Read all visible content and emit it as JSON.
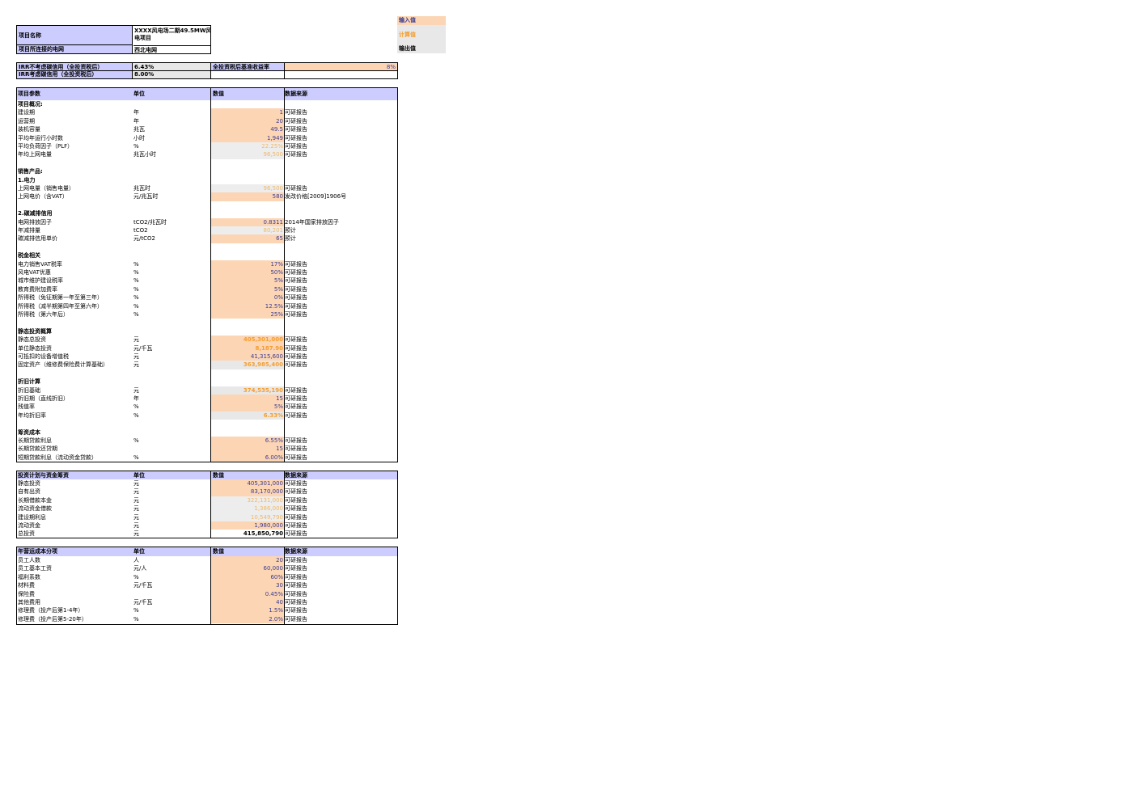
{
  "legend": {
    "input": "输入值",
    "calc": "计算值",
    "output": "输出值"
  },
  "header": {
    "project_name_label": "项目名称",
    "project_name_value_1": "XXXX风电场二期49.5MW风",
    "project_name_value_2": "电项目",
    "grid_label": "项目所连接的电网",
    "grid_value": "西北电网"
  },
  "irr": {
    "row1_label": "IRR不考虑碳信用（全投资税后）",
    "row1_value": "6.43%",
    "row1_label2": "全投资税后基准收益率",
    "row1_value2": "8%",
    "row2_label": "IRR考虑碳信用（全投资税后）",
    "row2_value": "8.00%"
  },
  "params": {
    "headers": [
      "项目参数",
      "单位",
      "数值",
      "数据来源"
    ],
    "rows": [
      {
        "k": "h",
        "a": "项目概况:"
      },
      {
        "k": "in",
        "a": "建设期",
        "b": "年",
        "c": "1",
        "d": "可研报告"
      },
      {
        "k": "in",
        "a": "运营期",
        "b": "年",
        "c": "20",
        "d": "可研报告"
      },
      {
        "k": "in",
        "a": "装机容量",
        "b": "兆瓦",
        "c": "49.5",
        "d": "可研报告"
      },
      {
        "k": "in",
        "a": "平均年运行小时数",
        "b": "小时",
        "c": "1,949",
        "d": "可研报告"
      },
      {
        "k": "faded",
        "a": "平均负荷因子（PLF）",
        "b": "%",
        "c": "22.25%",
        "d": "可研报告"
      },
      {
        "k": "faded",
        "a": "年均上网电量",
        "b": "兆瓦小时",
        "c": "96,500",
        "d": "可研报告"
      },
      {
        "k": "blank"
      },
      {
        "k": "h",
        "a": "销售产品:"
      },
      {
        "k": "h",
        "a": "1.电力"
      },
      {
        "k": "faded",
        "a": "上网电量（销售电量）",
        "b": "兆瓦时",
        "c": "96,500",
        "d": "可研报告"
      },
      {
        "k": "in",
        "a": "上网电价（含VAT）",
        "b": "元/兆瓦时",
        "c": "580",
        "d": "发改价格[2009]1906号"
      },
      {
        "k": "blank"
      },
      {
        "k": "h",
        "a": "2.碳减排信用"
      },
      {
        "k": "in",
        "a": "电网排放因子",
        "b": "tCO2/兆瓦时",
        "c": "0.8311",
        "d": "2014年国家排放因子"
      },
      {
        "k": "faded",
        "a": "年减排量",
        "b": "tCO2",
        "c": "80,201",
        "d": "预计"
      },
      {
        "k": "in",
        "a": "碳减排信用单价",
        "b": "元/tCO2",
        "c": "65",
        "d": "预计"
      },
      {
        "k": "blank"
      },
      {
        "k": "h",
        "a": "税金相关"
      },
      {
        "k": "in",
        "a": "电力销售VAT税率",
        "b": "%",
        "c": "17%",
        "d": "可研报告"
      },
      {
        "k": "in",
        "a": "风电VAT优惠",
        "b": "%",
        "c": "50%",
        "d": "可研报告"
      },
      {
        "k": "in",
        "a": "城市维护建设税率",
        "b": "%",
        "c": "5%",
        "d": "可研报告"
      },
      {
        "k": "in",
        "a": "教育费附加费率",
        "b": "%",
        "c": "5%",
        "d": "可研报告"
      },
      {
        "k": "in",
        "a": "所得税（免征期第一年至第三年）",
        "b": "%",
        "c": "0%",
        "d": "可研报告"
      },
      {
        "k": "in",
        "a": "所得税（减半期第四年至第六年）",
        "b": "%",
        "c": "12.5%",
        "d": "可研报告"
      },
      {
        "k": "in",
        "a": "所得税（第六年后）",
        "b": "%",
        "c": "25%",
        "d": "可研报告"
      },
      {
        "k": "blank"
      },
      {
        "k": "h",
        "a": "静态投资概算"
      },
      {
        "k": "calcin",
        "a": "静态总投资",
        "b": "元",
        "c": "405,301,000",
        "d": "可研报告"
      },
      {
        "k": "calcin",
        "a": "单位静态投资",
        "b": "元/千瓦",
        "c": "8,187.90",
        "d": "可研报告"
      },
      {
        "k": "in",
        "a": "可抵扣的设备增值税",
        "b": "元",
        "c": "41,315,600",
        "d": "可研报告"
      },
      {
        "k": "calc",
        "a": "固定资产（维修费保险费计算基础）",
        "b": "元",
        "c": "363,985,400",
        "d": "可研报告"
      },
      {
        "k": "blank"
      },
      {
        "k": "h",
        "a": "折旧计算"
      },
      {
        "k": "calc",
        "a": "折旧基础",
        "b": "元",
        "c": "374,535,190",
        "d": "可研报告"
      },
      {
        "k": "in",
        "a": "折旧期（直线折旧）",
        "b": "年",
        "c": "15",
        "d": "可研报告"
      },
      {
        "k": "in",
        "a": "残值率",
        "b": "%",
        "c": "5%",
        "d": "可研报告"
      },
      {
        "k": "calc",
        "a": "年均折旧率",
        "b": "%",
        "c": "6.33%",
        "d": "可研报告"
      },
      {
        "k": "blank"
      },
      {
        "k": "h",
        "a": "筹资成本"
      },
      {
        "k": "in",
        "a": "长期贷款利息",
        "b": "%",
        "c": "6.55%",
        "d": "可研报告"
      },
      {
        "k": "in",
        "a": "长期贷款还贷期",
        "b": "",
        "c": "15",
        "d": "可研报告"
      },
      {
        "k": "in",
        "a": "短期贷款利息（流动资金贷款）",
        "b": "%",
        "c": "6.00%",
        "d": "可研报告"
      }
    ]
  },
  "invest": {
    "headers": [
      "投资计划与资金筹资",
      "单位",
      "数值",
      "数据来源"
    ],
    "rows": [
      {
        "k": "in",
        "a": "静态投资",
        "b": "元",
        "c": "405,301,000",
        "d": "可研报告"
      },
      {
        "k": "in",
        "a": "自有出资",
        "b": "元",
        "c": "83,170,000",
        "d": "可研报告"
      },
      {
        "k": "faded",
        "a": "长期借款本金",
        "b": "元",
        "c": "322,131,000",
        "d": "可研报告"
      },
      {
        "k": "faded",
        "a": "流动资金借款",
        "b": "元",
        "c": "1,386,000",
        "d": "可研报告"
      },
      {
        "k": "faded",
        "a": "建设期利息",
        "b": "元",
        "c": "10,549,790",
        "d": "可研报告"
      },
      {
        "k": "in",
        "a": "流动资金",
        "b": "元",
        "c": "1,980,000",
        "d": "可研报告"
      },
      {
        "k": "out",
        "a": "总投资",
        "b": "元",
        "c": "415,850,790",
        "d": "可研报告"
      }
    ]
  },
  "opex": {
    "headers": [
      "年营运成本分项",
      "单位",
      "数值",
      "数据来源"
    ],
    "rows": [
      {
        "k": "in",
        "a": "员工人数",
        "b": "人",
        "c": "20",
        "d": "可研报告"
      },
      {
        "k": "in",
        "a": "员工基本工资",
        "b": "元/人",
        "c": "60,000",
        "d": "可研报告"
      },
      {
        "k": "in",
        "a": "福利系数",
        "b": "%",
        "c": "60%",
        "d": "可研报告"
      },
      {
        "k": "in",
        "a": "材料费",
        "b": "元/千瓦",
        "c": "30",
        "d": "可研报告"
      },
      {
        "k": "in",
        "a": "保险费",
        "b": "",
        "c": "0.45%",
        "d": "可研报告"
      },
      {
        "k": "in",
        "a": "其他费用",
        "b": "元/千瓦",
        "c": "40",
        "d": "可研报告"
      },
      {
        "k": "in",
        "a": "修理费（投产后第1-4年）",
        "b": "%",
        "c": "1.5%",
        "d": "可研报告"
      },
      {
        "k": "in",
        "a": "修理费（投产后第5-20年）",
        "b": "%",
        "c": "2.0%",
        "d": "可研报告"
      }
    ]
  }
}
